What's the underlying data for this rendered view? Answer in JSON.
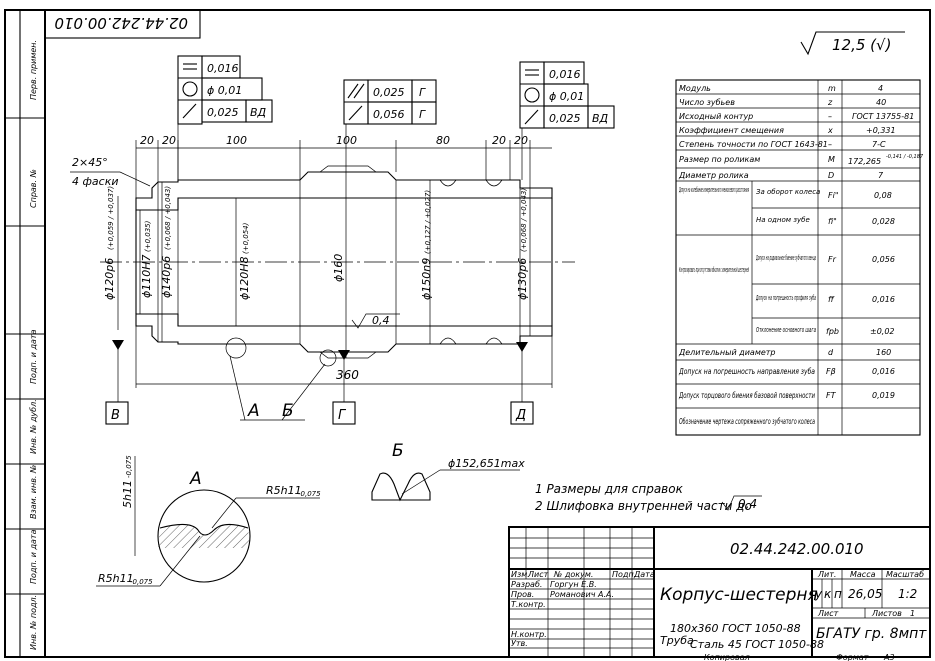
{
  "doc_number": "02.44.242.00.010",
  "doc_number_rotated": "02.44.242.00.010",
  "roughness": "12,5 (√)",
  "left_strip": [
    "Перв. примен.",
    "Справ. №",
    "Подп. и дата",
    "Инв. № дубл.",
    "Взам. инв. №",
    "Подп. и дата",
    "Инв. № подл."
  ],
  "tolerances_left": [
    {
      "sym": "flatness",
      "value": "0,016",
      "base": ""
    },
    {
      "sym": "roundness",
      "value": "ϕ 0,01",
      "base": ""
    },
    {
      "sym": "runout",
      "value": "0,025",
      "base": "ВД"
    }
  ],
  "tolerances_mid": [
    {
      "sym": "parallel",
      "value": "0,025",
      "base": "Г"
    },
    {
      "sym": "runout",
      "value": "0,056",
      "base": "Г"
    }
  ],
  "tolerances_right": [
    {
      "sym": "flatness",
      "value": "0,016",
      "base": ""
    },
    {
      "sym": "roundness",
      "value": "ϕ 0,01",
      "base": ""
    },
    {
      "sym": "runout",
      "value": "0,025",
      "base": "ВД"
    }
  ],
  "dims": {
    "d20a": "20",
    "d20b": "20",
    "d100a": "100",
    "d100b": "100",
    "d80": "80",
    "d20c": "20",
    "d20d": "20",
    "chamfer": "2×45°",
    "chamfer_note": "4 фаски",
    "length": "360",
    "rough_bore": "0,4",
    "dia1": "ϕ120р6",
    "dia1_tol": "(+0,059 / +0,037)",
    "dia2": "ϕ110Н7",
    "dia2_tol": "(+0,035)",
    "dia3": "ϕ140р6",
    "dia3_tol": "(+0,068 / +0,043)",
    "dia4": "ϕ120Н8",
    "dia4_tol": "(+0,054)",
    "dia5": "ϕ160",
    "dia6": "ϕ150n9",
    "dia6_tol": "(+0,127 / +0,027)",
    "dia7": "ϕ130р6",
    "dia7_tol": "(+0,068 / +0,043)"
  },
  "datums": [
    "В",
    "Г",
    "Д"
  ],
  "views": {
    "a": "А",
    "b": "Б"
  },
  "detail_a": {
    "label": "А",
    "dim1": "5h11",
    "dim1_tol": "-0,075",
    "r1": "R5h11",
    "r1_tol": "-0,075",
    "r2": "R5h11",
    "r2_tol": "-0,075"
  },
  "detail_b": {
    "label": "Б",
    "dia": "ϕ152,651max"
  },
  "notes": [
    "1 Размеры для справок",
    "2 Шлифовка внутренней части до"
  ],
  "note2_rough": "0,4",
  "gear_table": [
    {
      "name": "Модуль",
      "sym": "m",
      "val": "4"
    },
    {
      "name": "Число зубьев",
      "sym": "z",
      "val": "40"
    },
    {
      "name": "Исходный контур",
      "sym": "–",
      "val": "ГОСТ 13755-81"
    },
    {
      "name": "Коэффициент смещения",
      "sym": "x",
      "val": "+0,331"
    },
    {
      "name": "Степень точности по ГОСТ 1643-81",
      "sym": "–",
      "val": "7-С"
    },
    {
      "name": "Размер по роликам",
      "sym": "M",
      "val": "172,265",
      "val_tol": "-0,141 / -0,187"
    },
    {
      "name": "Диаметр ролика",
      "sym": "D",
      "val": "7"
    },
    {
      "group": "Допуск на колебание измерительного межосевого расстояния",
      "name": "За оборот колеса",
      "sym": "Fi\"",
      "val": "0,08"
    },
    {
      "name": "На одном зубе",
      "sym": "fi\"",
      "val": "0,028"
    },
    {
      "group": "Контролировать при отсутствии обкатки с измерительной шестерней",
      "name": "Допуск на радиальное биение зубчатого венца",
      "sym": "Fr",
      "val": "0,056"
    },
    {
      "name": "Допуск на погрешность профиля зуба",
      "sym": "ff",
      "val": "0,016"
    },
    {
      "name": "Отклонение основного шага",
      "sym": "fpb",
      "val": "±0,02"
    },
    {
      "name": "Делительный диаметр",
      "sym": "d",
      "val": "160"
    },
    {
      "name": "Допуск на погрешность направления зуба",
      "sym": "Fβ",
      "val": "0,016"
    },
    {
      "name": "Допуск торцового биения базовой поверхности",
      "sym": "FT",
      "val": "0,019"
    },
    {
      "name": "Обозначение чертежа сопряженного зубчатого колеса",
      "sym": "",
      "val": ""
    }
  ],
  "title_block": {
    "code": "02.44.242.00.010",
    "name": "Корпус-шестерня",
    "lit_label": "Лит.",
    "mass_label": "Масса",
    "scale_label": "Масштаб",
    "lit": [
      "у",
      "к",
      "п"
    ],
    "mass": "26,05",
    "scale": "1:2",
    "sheet_label": "Лист",
    "sheets_label": "Листов",
    "sheets": "1",
    "material_prefix": "Труба",
    "material_1": "180х360 ГОСТ 1050-88",
    "material_2": "Сталь 45 ГОСТ 1050-88",
    "org": "БГАТУ гр. 8мпт",
    "cols": [
      "Изм.",
      "Лист",
      "№ докум.",
      "Подп.",
      "Дата"
    ],
    "roles": [
      "Разраб.",
      "Пров.",
      "Т.контр.",
      "",
      "Н.контр.",
      "Утв."
    ],
    "names": [
      "Горгун Е.В.",
      "Романович А.А."
    ],
    "copied": "Копировал",
    "format_label": "Формат",
    "format": "А3"
  }
}
